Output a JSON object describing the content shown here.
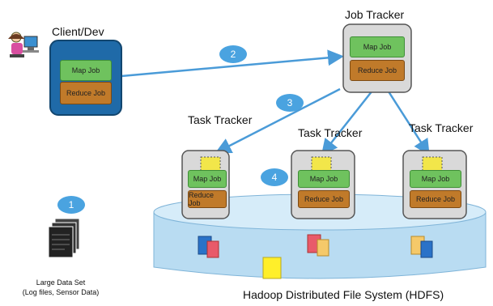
{
  "client_label": "Client/Dev",
  "job_tracker_label": "Job Tracker",
  "task_tracker_label": "Task Tracker",
  "map_job": "Map Job",
  "reduce_job": "Reduce Job",
  "steps": [
    "1",
    "2",
    "3",
    "4"
  ],
  "dataset_label_line1": "Large Data Set",
  "dataset_label_line2": "(Log files, Sensor Data)",
  "hdfs_label": "Hadoop Distributed File System (HDFS)",
  "colors": {
    "client_box": "#1f6aa8",
    "tracker_box": "#d9d9d9",
    "arrow": "#4a9bd8",
    "map": "#6fc25e",
    "reduce": "#c07a2a",
    "hdfs_cylinder": "#b9dcf2",
    "step_circle": "#4aa3e0"
  },
  "icons": [
    "user-at-computer-icon",
    "document-stack-icon",
    "file-icon"
  ]
}
